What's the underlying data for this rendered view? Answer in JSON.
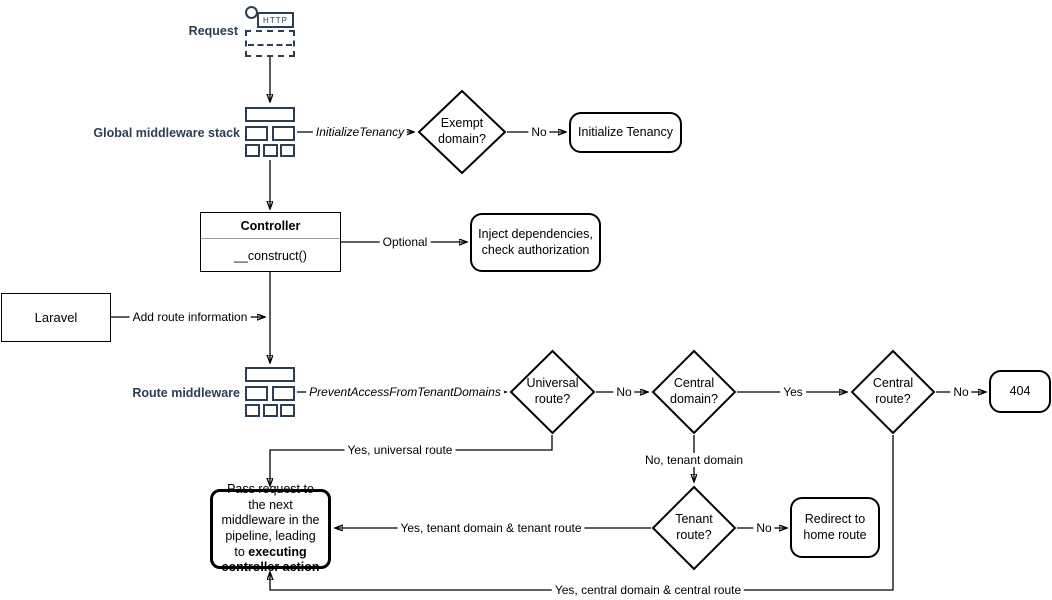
{
  "colors": {
    "label_navy": "#2d3e50",
    "line_black": "#000000",
    "background": "#ffffff",
    "uml_divider": "#9a9a9a"
  },
  "nodes": {
    "request_label": "Request",
    "http_badge": "HTTP",
    "global_middleware_label": "Global middleware stack",
    "exempt_domain": "Exempt domain?",
    "initialize_tenancy": "Initialize Tenancy",
    "controller_title": "Controller",
    "controller_method": "__construct()",
    "inject_dependencies": "Inject dependencies, check authorization",
    "laravel": "Laravel",
    "route_middleware_label": "Route middleware",
    "universal_route": "Universal route?",
    "central_domain": "Central domain?",
    "central_route": "Central route?",
    "not_found": "404",
    "tenant_route": "Tenant route?",
    "redirect_home": "Redirect to home route",
    "pass_request_text": "Pass request to the next middleware in the pipeline, leading to",
    "pass_request_emphasis": "executing controller action"
  },
  "edges": {
    "initialize_tenancy_middleware": "InitializeTenancy",
    "exempt_no": "No",
    "optional": "Optional",
    "add_route_information": "Add route information",
    "prevent_access_middleware": "PreventAccessFromTenantDomains",
    "universal_no": "No",
    "central_domain_yes": "Yes",
    "central_route_no": "No",
    "yes_universal_route": "Yes, universal route",
    "no_tenant_domain": "No, tenant domain",
    "yes_tenant_domain_route": "Yes, tenant domain & tenant route",
    "tenant_route_no": "No",
    "yes_central_domain_route": "Yes, central domain & central route"
  }
}
